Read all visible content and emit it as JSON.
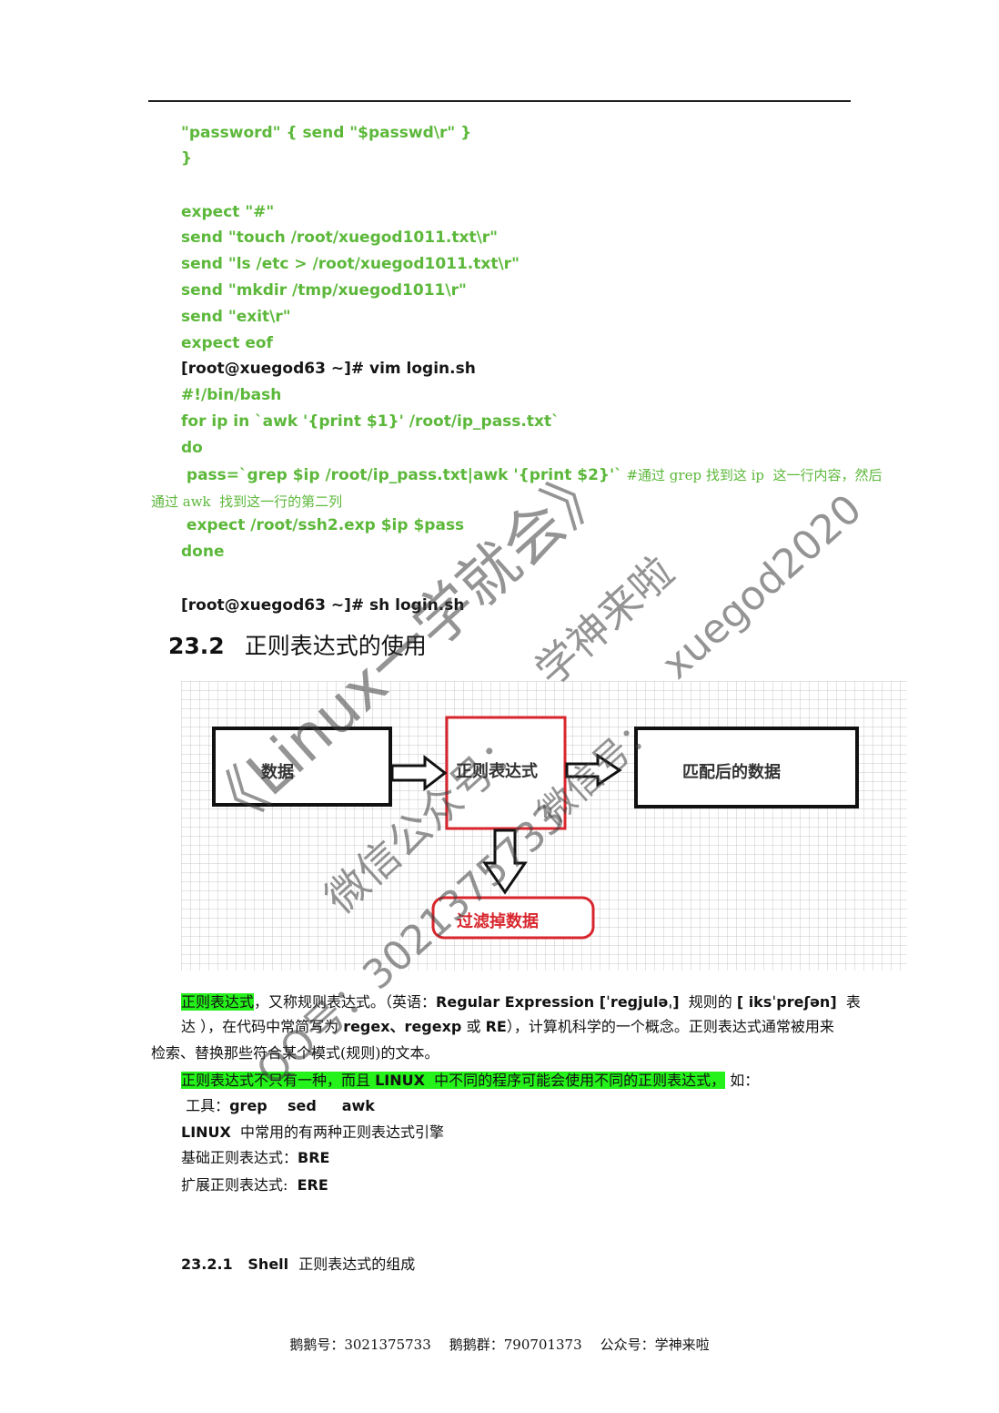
{
  "code_lines": [
    "\"password\" { send \"$passwd\\r\" }",
    "}",
    "expect \"#\"",
    "send \"touch /root/xuegod1011.txt\\r\"",
    "send \"ls /etc > /root/xuegod1011.txt\\r\"",
    "send \"mkdir /tmp/xuegod1011\\r\"",
    "send \"exit\\r\"",
    "expect eof",
    "[root@xuegod63 ~]# vim login.sh",
    "#!/bin/bash",
    "for ip in `awk '{print $1}' /root/ip_pass.txt`",
    "do",
    " pass=`grep $ip /root/ip_pass.txt|awk '{print $2}'`",
    " expect /root/ssh2.exp $ip $pass",
    "done",
    "[root@xuegod63 ~]# sh login.sh"
  ],
  "comment": {
    "part1": " #通过 grep 找到这 ip  这一行内容，然后",
    "part2": "通过 awk  找到这一行的第二列"
  },
  "section": {
    "number": "23.2",
    "title": "正则表达式的使用"
  },
  "diagram": {
    "box_data": "数据",
    "box_regex": "正则表达式",
    "box_matched": "匹配后的数据",
    "box_filtered": "过滤掉数据"
  },
  "paragraph": {
    "term": "正则表达式",
    "line1_rest": "，又称规则表达式。（英语：",
    "line1_en": "Regular Expression [ˈregjuləˌ]",
    "line1_mid": "  规则的 ",
    "line1_en2": "[ iksˈpreʃən]",
    "line1_end": "  表",
    "line2_a": "达 ），在代码中常简写为 ",
    "line2_b": "regex、regexp",
    "line2_c": " 或 ",
    "line2_d": "RE",
    "line2_e": "），计算机科学的一个概念。正则表达式通常被用来",
    "line3": "检索、替换那些符合某个模式(规则)的文本。"
  },
  "highlight_line": {
    "a": "正则表达式不只有一种，而且 ",
    "b": "LINUX",
    "c": "  中不同的程序可能会使用不同的正则表达式，",
    "d": " 如："
  },
  "tools": {
    "label": " 工具：",
    "items": "grep    sed     awk"
  },
  "engines": {
    "a": "LINUX",
    "b": "  中常用的有两种正则表达式引擎"
  },
  "bre": {
    "label": "基础正则表达式：",
    "value": "BRE"
  },
  "ere": {
    "label": "扩展正则表达式:  ",
    "value": "ERE"
  },
  "subsection": {
    "number": "23.2.1",
    "en": "Shell",
    "zh": "正则表达式的组成"
  },
  "footer": {
    "qq": "鹅鹅号：3021375733",
    "group": "鹅鹅群：790701373",
    "public": "公众号：学神来啦"
  },
  "watermarks": {
    "big": "《Linux一学就会》",
    "mid": "学神来啦",
    "right": "xuegod2020",
    "wechat1": "微信公众号：",
    "wechat2": "微信号：",
    "qq": "QQ号：3021375733"
  },
  "colors": {
    "code_green": "#5cb83a",
    "highlight": "#25f21a",
    "diagram_red": "#d8262d"
  }
}
